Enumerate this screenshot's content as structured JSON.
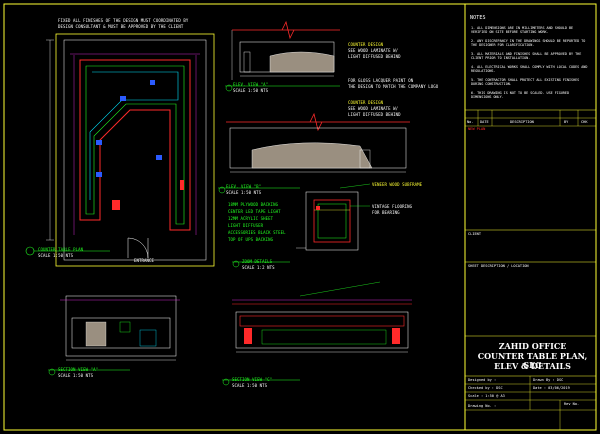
{
  "colors": {
    "background": "#000000",
    "border": "#ffff33",
    "line_white": "#ffffff",
    "line_green": "#22ff22",
    "line_red": "#ff2a2a",
    "line_cyan": "#00e5ff",
    "line_blue": "#2b5bff",
    "line_magenta": "#ff33ff"
  },
  "plan": {
    "top_note_line1": "FIXED ALL FINISHES OF THE DESIGN MUST COORDINATED BY",
    "top_note_line2": "DESIGN CONSULTANT & MUST BE APPROVED BY THE CLIENT",
    "label": "COUNTER TABLE PLAN",
    "scale": "SCALE 1:50   NTS",
    "entrance": "ENTRANCE"
  },
  "elev_a": {
    "label": "ELEV. VIEW \"A\"",
    "scale": "SCALE 1:50   NTS",
    "counter_design_1": "COUNTER DESIGN",
    "counter_design_2": "SEE WOOD LAMINATE W/",
    "counter_design_3": "LIGHT DIFFUSED BEHIND"
  },
  "elev_b": {
    "label": "ELEV. VIEW \"B\"",
    "scale": "SCALE 1:50   NTS",
    "gloss_1": "FOR GLOSS LACQUER PAINT ON",
    "gloss_2": "THE DESIGN TO MATCH THE COMPANY LOGO",
    "counter_design_1": "COUNTER DESIGN",
    "counter_design_2": "SEE WOOD LAMINATE W/",
    "counter_design_3": "LIGHT DIFFUSED BEHIND"
  },
  "detail_notes": {
    "line1": "18MM PLYWOOD BACKING",
    "line2": "CENTER LED TAPE LIGHT",
    "line3": "12MM ACRYLIC SHEET",
    "line4": "LIGHT DIFFUSER",
    "line5": "ACCESSORIES BLACK STEEL",
    "line6": "TOP OF UPS BACKING"
  },
  "detail_right": {
    "wood_veneer": "VENEER WOOD SUBFRAME",
    "flooring_1": "VINTAGE FLOORING",
    "flooring_2": "FOR BEARING"
  },
  "zoom_detail": {
    "label": "ZOOM DETAILS",
    "scale": "SCALE 1:2   NTS"
  },
  "section_a": {
    "label": "SECTION VIEW \"A\"",
    "scale": "SCALE 1:50   NTS"
  },
  "section_c": {
    "label": "SECTION VIEW \"C\"",
    "scale": "SCALE 1:50   NTS"
  },
  "title_block": {
    "notes_heading": "NOTES",
    "note_1": "1. ALL DIMENSIONS ARE IN MILLIMETERS AND SHOULD BE VERIFIED ON SITE BEFORE STARTING WORK.",
    "note_2": "2. ANY DISCREPANCY IN THE DRAWINGS SHOULD BE REPORTED TO THE DESIGNER FOR CLARIFICATION.",
    "note_3": "3. ALL MATERIALS AND FINISHES SHALL BE APPROVED BY THE CLIENT PRIOR TO INSTALLATION.",
    "note_4": "4. ALL ELECTRICAL WORKS SHALL COMPLY WITH LOCAL CODES AND REGULATIONS.",
    "note_5": "5. THE CONTRACTOR SHALL PROTECT ALL EXISTING FINISHES DURING CONSTRUCTION.",
    "note_6": "6. THIS DRAWING IS NOT TO BE SCALED. USE FIGURED DIMENSIONS ONLY.",
    "rev_col": "No.",
    "date_col": "DATE",
    "desc_col": "DESCRIPTION",
    "by_col": "BY",
    "chk_col": "CHK",
    "rev_flag": "NEW PLAN",
    "client_label": "CLIENT",
    "project_label": "SHEET DESCRIPTION / LOCATION",
    "title_line1": "ZAHID OFFICE",
    "title_line2": "COUNTER TABLE PLAN, SEC",
    "title_line3": "ELEV & DETAILS",
    "designed_by": "Designed by :",
    "checked_by": "Checked by : DSC",
    "scale": "Scale : 1:50 @ A3",
    "drawn_by": "Drawn By : DSC",
    "date": "Date : 03/06/2019",
    "drawing_no": "Drawing No. :",
    "rev_no": "Rev No."
  }
}
